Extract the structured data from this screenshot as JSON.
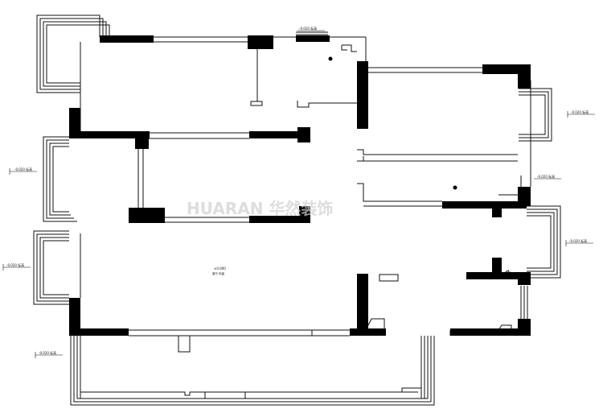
{
  "plan": {
    "watermark": "HUARAN 华然装饰",
    "elevation_center": "±0.000",
    "elevation_center_note": "客厅 标高",
    "elevation_tags": [
      "-0.020 标高",
      "-0.020 标高",
      "-0.020 标高",
      "-0.020 标高",
      "-0.020 标高",
      "-0.020 标高",
      "-0.020 标高"
    ],
    "colors": {
      "wall": "#000000",
      "line": "#111111",
      "background": "#ffffff"
    }
  }
}
